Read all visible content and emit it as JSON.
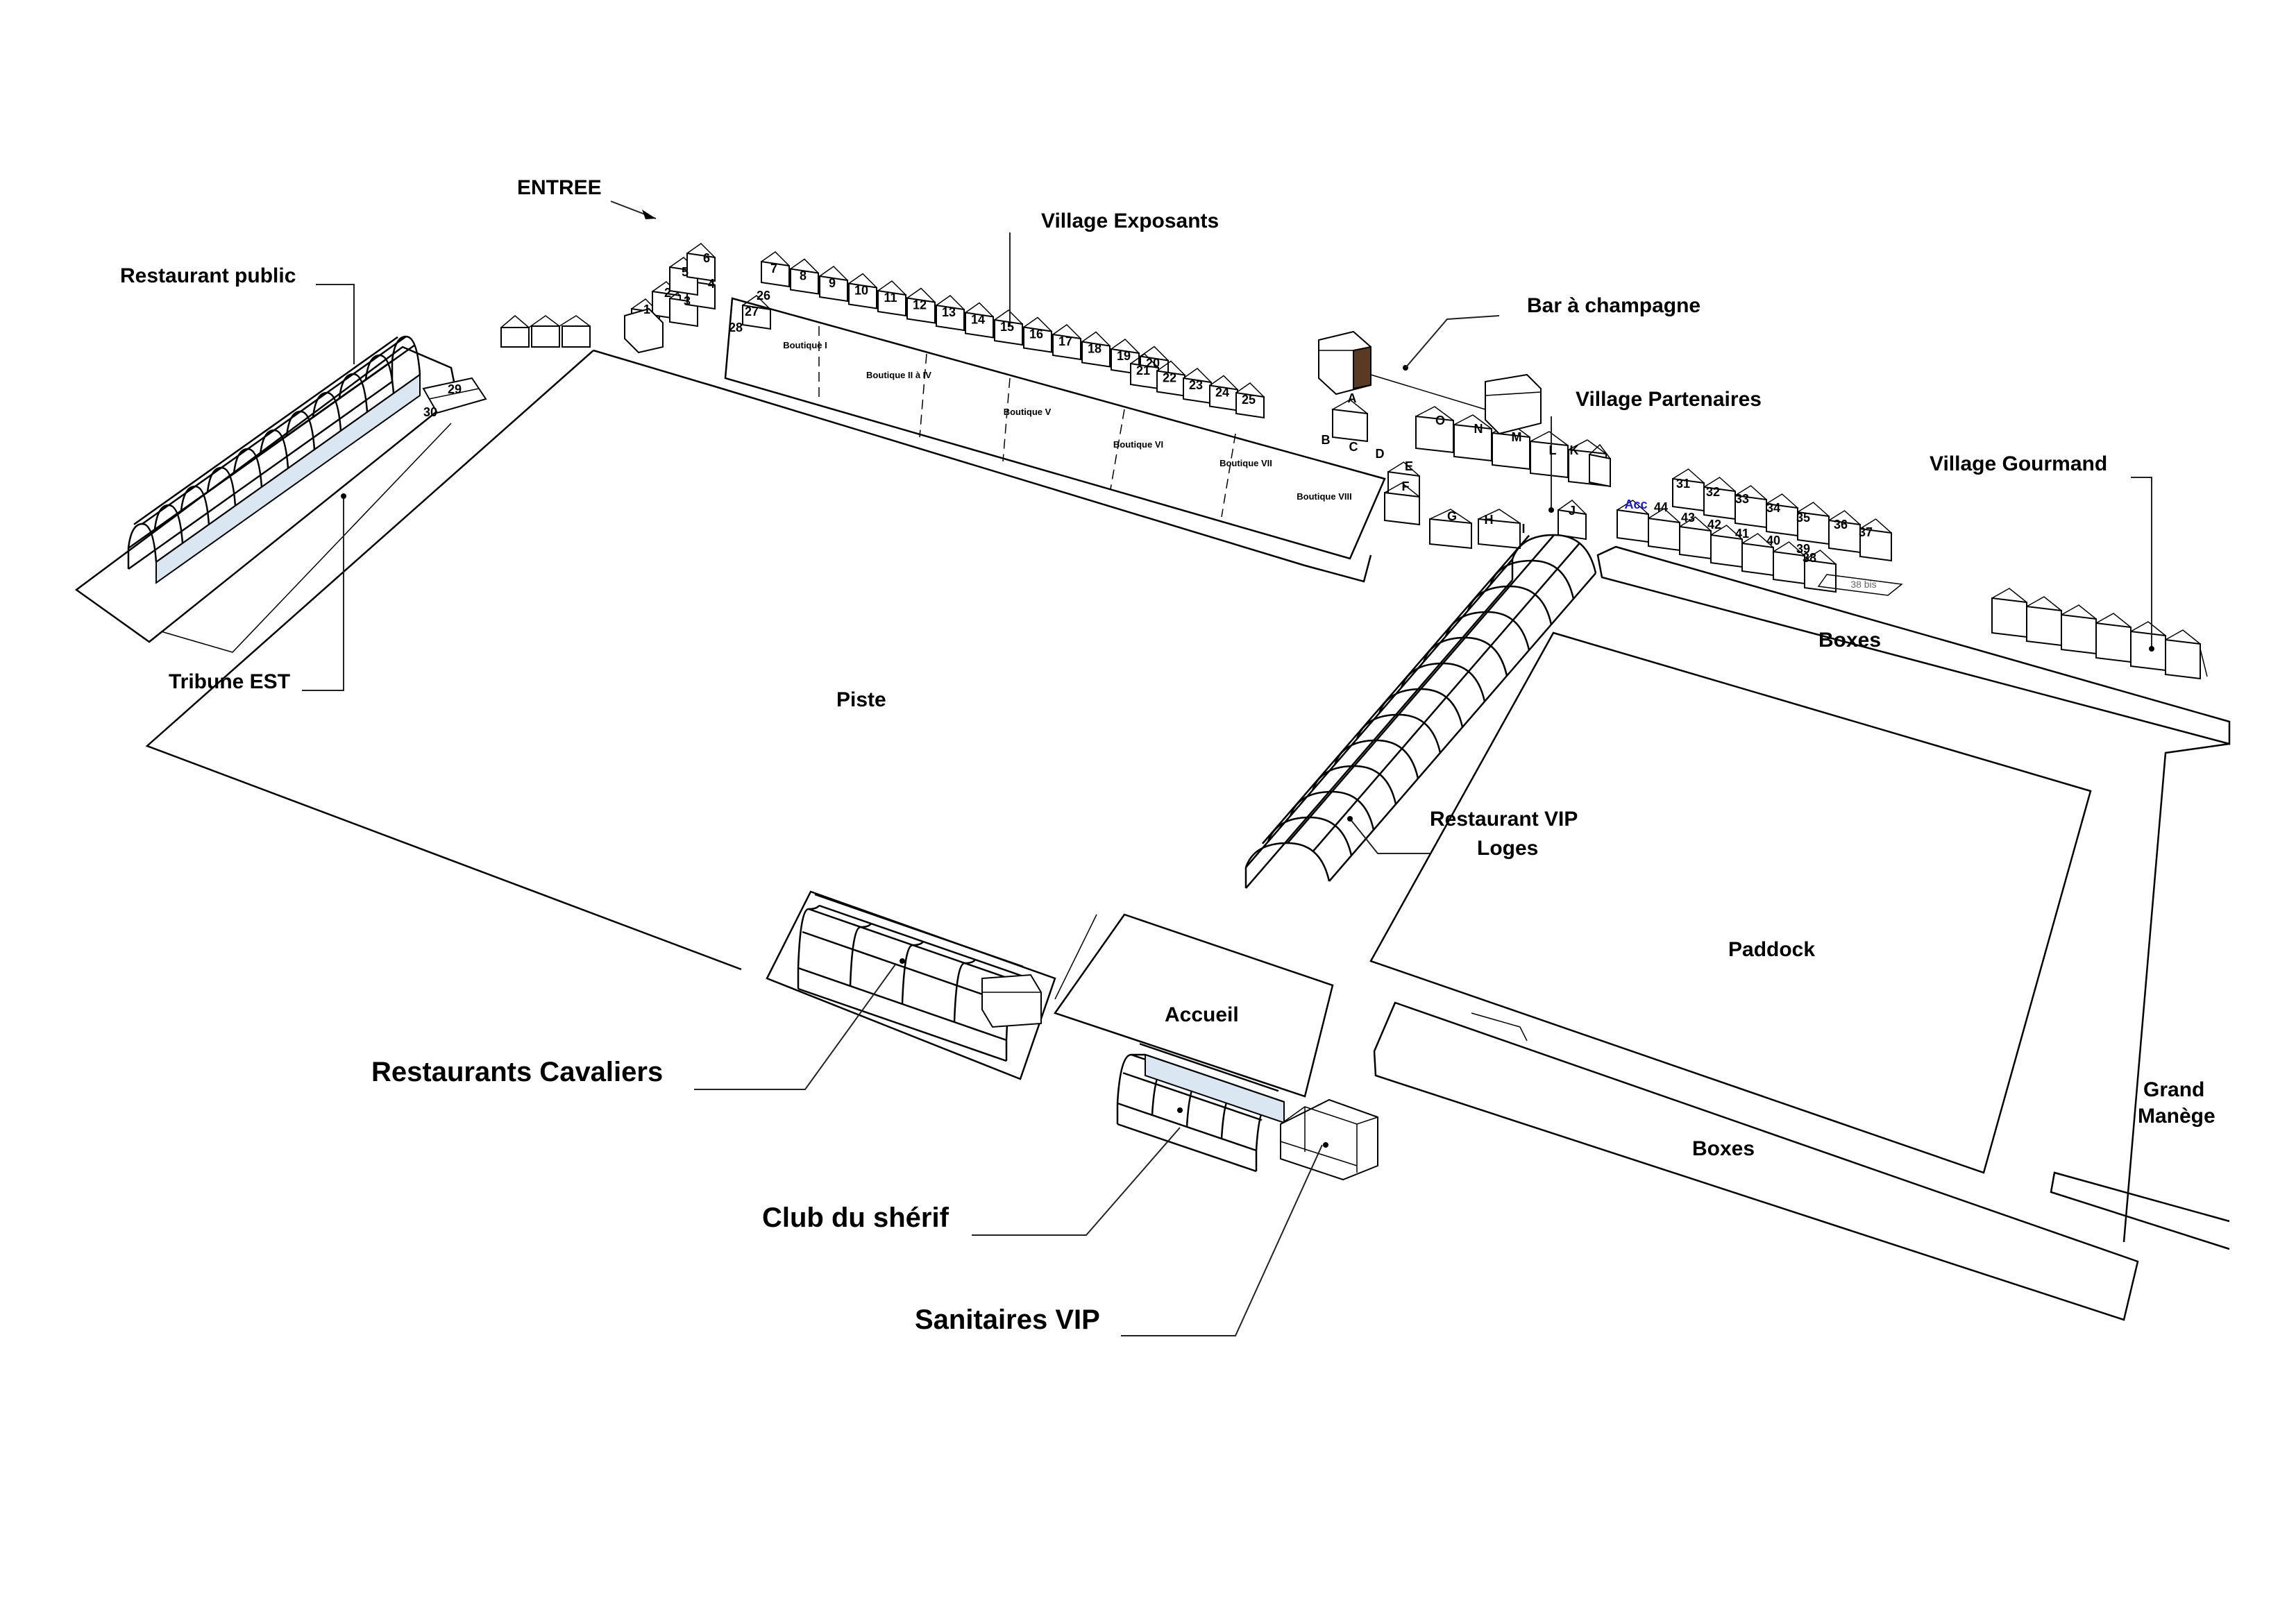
{
  "labels": {
    "entree": "ENTREE",
    "village_exposants": "Village Exposants",
    "bar_champagne": "Bar à champagne",
    "village_partenaires": "Village Partenaires",
    "village_gourmand": "Village Gourmand",
    "restaurant_public": "Restaurant public",
    "tribune_est": "Tribune EST",
    "piste": "Piste",
    "boxes_top": "Boxes",
    "boxes_bottom": "Boxes",
    "paddock": "Paddock",
    "restaurant_vip_line1": "Restaurant VIP",
    "restaurant_vip_line2": "Loges",
    "accueil": "Accueil",
    "grand_manege_line1": "Grand",
    "grand_manege_line2": "Manège",
    "restaurants_cavaliers": "Restaurants Cavaliers",
    "club_sherif": "Club du shérif",
    "sanitaires_vip": "Sanitaires VIP"
  },
  "entrance_stands": [
    "1",
    "2",
    "3",
    "4",
    "5",
    "6"
  ],
  "exposant_stands": [
    "7",
    "8",
    "9",
    "10",
    "11",
    "12",
    "13",
    "14",
    "15",
    "16",
    "17",
    "18",
    "19",
    "20",
    "21",
    "22",
    "23",
    "24",
    "25"
  ],
  "corner_stands": [
    "26",
    "27",
    "28"
  ],
  "tribune_stands": [
    "29",
    "30"
  ],
  "boutiques": [
    "Boutique I",
    "Boutique II à IV",
    "Boutique V",
    "Boutique VI",
    "Boutique VII",
    "Boutique VIII"
  ],
  "partner_stands_top": [
    "A",
    "B",
    "C",
    "D",
    "E",
    "F"
  ],
  "partner_stands_row": [
    "O",
    "N",
    "M",
    "L",
    "K"
  ],
  "partner_stands_low": [
    "G",
    "H",
    "I",
    "J"
  ],
  "gourmand_stands_top": [
    "31",
    "32",
    "33",
    "34",
    "35",
    "36",
    "37"
  ],
  "gourmand_stands_bottom": [
    "44",
    "43",
    "42",
    "41",
    "40",
    "39",
    "38"
  ],
  "gourmand_acc": "Acc",
  "gourmand_extra": "38 bis",
  "colors": {
    "line": "#000000",
    "glass": "#dbe6f3",
    "acc_text": "#1a1ad0"
  }
}
